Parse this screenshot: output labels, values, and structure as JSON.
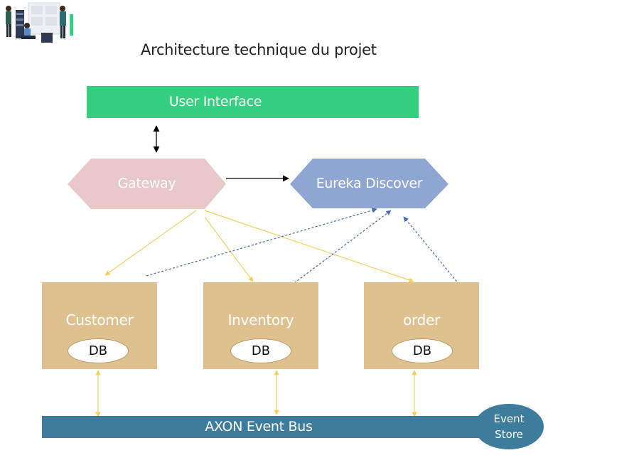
{
  "title": "Architecture technique du projet",
  "user_interface": {
    "label": "User Interface"
  },
  "gateway": {
    "label": "Gateway"
  },
  "discovery": {
    "label": "Eureka Discover"
  },
  "services": [
    {
      "label": "Customer",
      "db": "DB"
    },
    {
      "label": "Inventory",
      "db": "DB"
    },
    {
      "label": "order",
      "db": "DB"
    }
  ],
  "event_bus": {
    "label": "AXON Event Bus"
  },
  "event_store": {
    "line1": "Event",
    "line2": "Store"
  },
  "colors": {
    "user_interface": "#35d07f",
    "gateway": "#e8c8c8",
    "discovery": "#8fa6d3",
    "service": "#dfc08f",
    "event_bus": "#3e7c9d",
    "gateway_links": "#f5cf5c",
    "discovery_links": "#3f6ab0"
  }
}
